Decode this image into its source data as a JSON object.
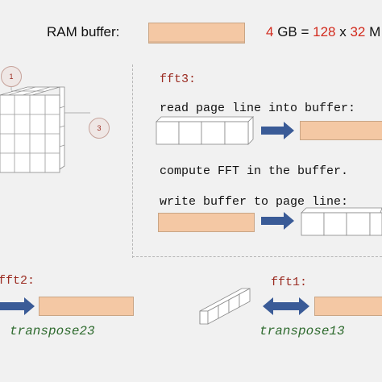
{
  "header": {
    "ram_label": "RAM buffer:",
    "eq_gb_num": "4",
    "eq_gb_text": " GB = ",
    "eq_lines": "128",
    "eq_x": " x ",
    "eq_mb": "32",
    "eq_tail": " M"
  },
  "cube": {
    "axis_1": "1",
    "axis_3": "3"
  },
  "fft3": {
    "title": "fft3:",
    "step_read": "read page line into buffer:",
    "step_compute": "compute FFT in the buffer.",
    "step_write": "write buffer to page line:"
  },
  "fft2": {
    "title": "fft2:",
    "caption": "transpose23"
  },
  "fft1": {
    "title": "fft1:",
    "caption": "transpose13"
  },
  "colors": {
    "buffer": "#f4c8a4",
    "arrow": "#3a5b97",
    "code_label": "#9b2c22",
    "caption": "#2f6b2f",
    "accent_red": "#d22b1e"
  }
}
